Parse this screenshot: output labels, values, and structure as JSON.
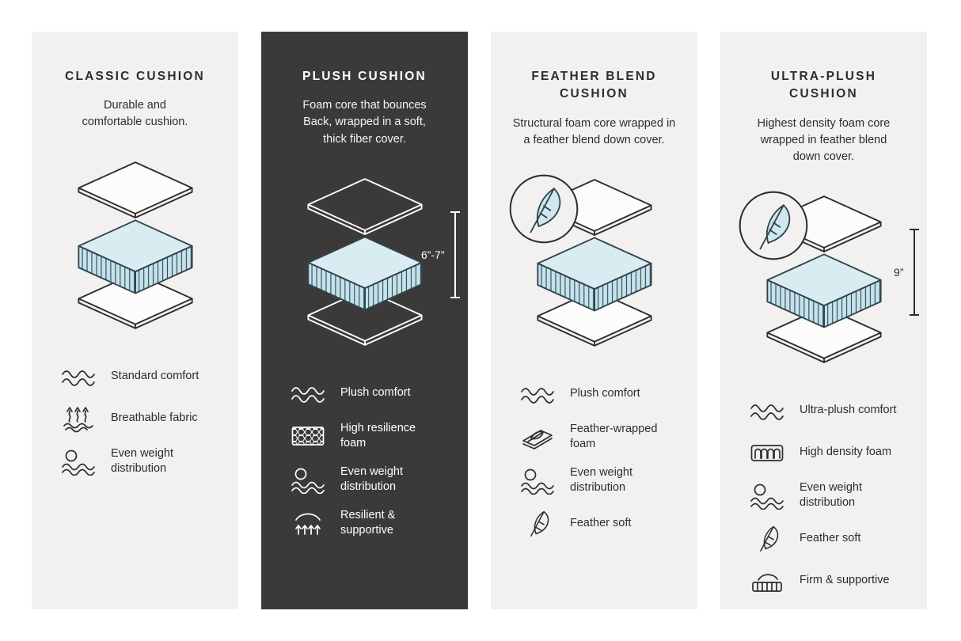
{
  "colors": {
    "panel_light": "#f2f1ef",
    "panel_dark": "#3b3a38",
    "foam_blue": "#c6e2eb",
    "line_dark": "#2d2d2d",
    "text_light": "#ffffff"
  },
  "panels": [
    {
      "title": "CLASSIC CUSHION",
      "description": "Durable and\ncomfortable cushion.",
      "theme": "light",
      "measurement": "",
      "has_feather_badge": false,
      "features": [
        {
          "icon": "waves-icon",
          "label": "Standard comfort"
        },
        {
          "icon": "breathable-icon",
          "label": "Breathable fabric"
        },
        {
          "icon": "even-weight-icon",
          "label": "Even weight\ndistribution"
        }
      ]
    },
    {
      "title": "PLUSH CUSHION",
      "description": "Foam core that bounces\nBack, wrapped in a soft,\nthick fiber cover.",
      "theme": "dark",
      "measurement": "6”-7”",
      "has_feather_badge": false,
      "features": [
        {
          "icon": "waves-icon",
          "label": "Plush comfort"
        },
        {
          "icon": "honeycomb-icon",
          "label": "High resilience\nfoam"
        },
        {
          "icon": "even-weight-icon",
          "label": "Even weight\ndistribution"
        },
        {
          "icon": "springs-icon",
          "label": "Resilient &\nsupportive"
        }
      ]
    },
    {
      "title": "FEATHER BLEND\nCUSHION",
      "description": "Structural foam core wrapped in\na feather blend down cover.",
      "theme": "light",
      "measurement": "",
      "has_feather_badge": true,
      "features": [
        {
          "icon": "waves-icon",
          "label": "Plush comfort"
        },
        {
          "icon": "feather-wrap-icon",
          "label": "Feather-wrapped\nfoam"
        },
        {
          "icon": "even-weight-icon",
          "label": "Even weight\ndistribution"
        },
        {
          "icon": "feather-icon",
          "label": "Feather soft"
        }
      ]
    },
    {
      "title": "ULTRA-PLUSH\nCUSHION",
      "description": "Highest density foam core\nwrapped in feather blend\ndown cover.",
      "theme": "light",
      "measurement": "9”",
      "has_feather_badge": true,
      "features": [
        {
          "icon": "waves-icon",
          "label": "Ultra-plush comfort"
        },
        {
          "icon": "density-foam-icon",
          "label": "High density foam"
        },
        {
          "icon": "even-weight-icon",
          "label": "Even weight\ndistribution"
        },
        {
          "icon": "feather-icon",
          "label": "Feather soft"
        },
        {
          "icon": "firm-icon",
          "label": "Firm & supportive"
        }
      ]
    }
  ]
}
